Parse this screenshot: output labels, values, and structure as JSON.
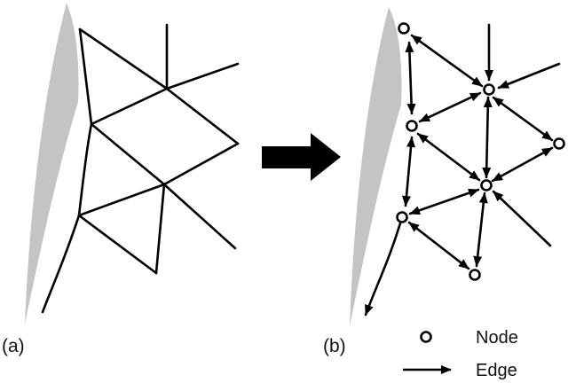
{
  "labels": {
    "panel_a": "(a)",
    "panel_b": "(b)"
  },
  "legend": {
    "node_label": "Node",
    "edge_label": "Edge"
  },
  "colors": {
    "line": "#000000",
    "shading": "#c4c4c4",
    "node_fill": "#ffffff",
    "background": "#ffffff"
  }
}
